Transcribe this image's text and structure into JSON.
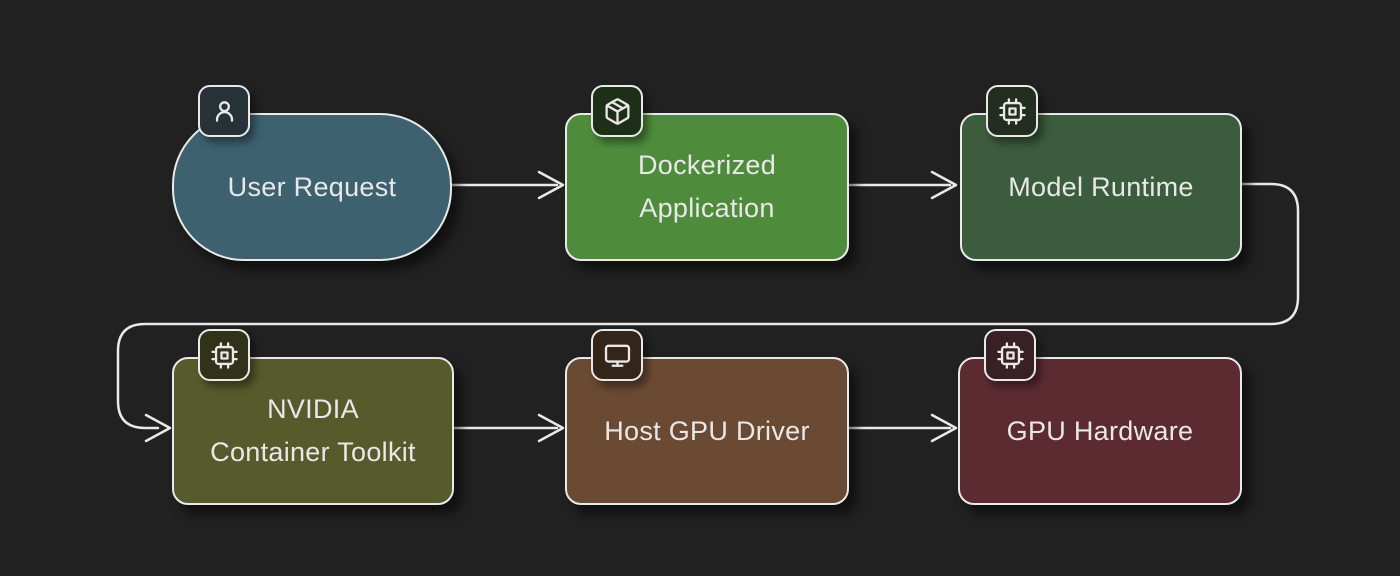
{
  "diagram": {
    "type": "flowchart",
    "background_color": "#212121",
    "stroke_color": "#e9e9e9",
    "text_color": "#e8e8e8",
    "nodes": [
      {
        "id": "user-request",
        "label": "User Request",
        "line1": "User Request",
        "line2": "",
        "shape": "stadium",
        "fill": "#3e616f",
        "badge_fill": "#263238",
        "icon": "user-icon"
      },
      {
        "id": "dockerized-application",
        "label": "Dockerized Application",
        "line1": "Dockerized",
        "line2": "Application",
        "shape": "rounded-rect",
        "fill": "#4e8c3c",
        "badge_fill": "#1e2f18",
        "icon": "package-icon"
      },
      {
        "id": "model-runtime",
        "label": "Model Runtime",
        "line1": "Model Runtime",
        "line2": "",
        "shape": "rounded-rect",
        "fill": "#3b5c3d",
        "badge_fill": "#232e20",
        "icon": "chip-icon"
      },
      {
        "id": "nvidia-container-toolkit",
        "label": "NVIDIA Container Toolkit",
        "line1": "NVIDIA",
        "line2": "Container Toolkit",
        "shape": "rounded-rect",
        "fill": "#575b2b",
        "badge_fill": "#31321a",
        "icon": "chip-icon"
      },
      {
        "id": "host-gpu-driver",
        "label": "Host GPU Driver",
        "line1": "Host GPU Driver",
        "line2": "",
        "shape": "rounded-rect",
        "fill": "#6b4a33",
        "badge_fill": "#34251a",
        "icon": "monitor-icon"
      },
      {
        "id": "gpu-hardware",
        "label": "GPU Hardware",
        "line1": "GPU Hardware",
        "line2": "",
        "shape": "rounded-rect",
        "fill": "#5c2b31",
        "badge_fill": "#382025",
        "icon": "chip-icon"
      }
    ],
    "edges": [
      {
        "from": "user-request",
        "to": "dockerized-application"
      },
      {
        "from": "dockerized-application",
        "to": "model-runtime"
      },
      {
        "from": "model-runtime",
        "to": "nvidia-container-toolkit"
      },
      {
        "from": "nvidia-container-toolkit",
        "to": "host-gpu-driver"
      },
      {
        "from": "host-gpu-driver",
        "to": "gpu-hardware"
      }
    ]
  }
}
